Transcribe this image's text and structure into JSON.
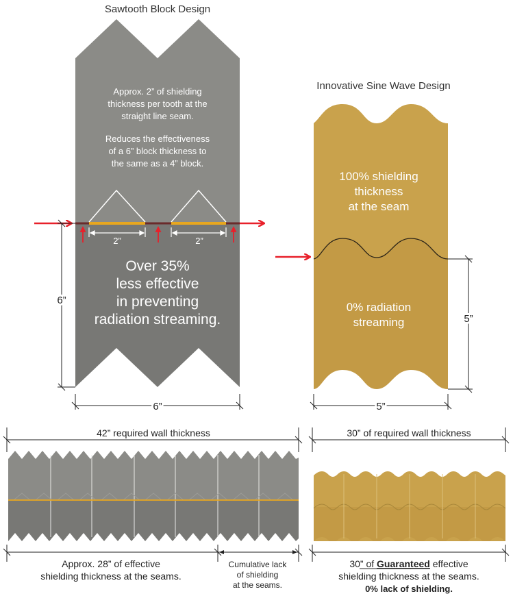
{
  "sawtooth": {
    "title": "Sawtooth Block Design",
    "note_line1": "Approx. 2” of shielding",
    "note_line2": "thickness per tooth at the",
    "note_line3": "straight line seam.",
    "note2_line1": "Reduces the effectiveness",
    "note2_line2": "of a 6” block thickness to",
    "note2_line3": "the same as a 4” block.",
    "tooth_dim_label": "2”",
    "big_line1": "Over 35%",
    "big_line2": "less effective",
    "big_line3": "in preventing",
    "big_line4": "radiation streaming.",
    "height_label": "6”",
    "width_label": "6”"
  },
  "sine": {
    "title": "Innovative Sine Wave Design",
    "top_line1": "100% shielding",
    "top_line2": "thickness",
    "top_line3": "at the seam",
    "bot_line1": "0% radiation",
    "bot_line2": "streaming",
    "height_label": "5”",
    "width_label": "5”"
  },
  "wall_left": {
    "top_label": "42” required wall thickness",
    "effective_line1": "Approx. 28” of effective",
    "effective_line2": "shielding thickness at the seams.",
    "lack_line1": "Cumulative lack",
    "lack_line2": "of shielding",
    "lack_line3": "at the seams."
  },
  "wall_right": {
    "top_label": "30” of required wall thickness",
    "line1_prefix": "30” of ",
    "line1_emph": "Guaranteed",
    "line1_suffix": " effective",
    "line2": "shielding thickness at the seams.",
    "line3": "0% lack of shielding."
  },
  "colors": {
    "gray_block": "#8a8a86",
    "gray_block_dark": "#7b7b78",
    "gold_block": "#c9a24c",
    "seam_orange": "#e8a71f",
    "arrow_red": "#e8202a"
  }
}
